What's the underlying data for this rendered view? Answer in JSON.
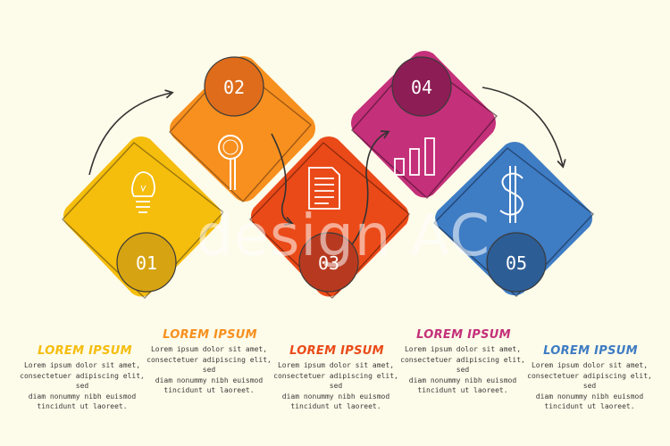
{
  "steps": [
    {
      "number": "01",
      "title": "LOREM IPSUM",
      "color": "#f5bd0c",
      "dark": "#c99a12",
      "icon": "lightbulb-icon",
      "text": "Lorem ipsum dolor sit amet,\nconsectetuer adipiscing elit, sed\ndiam nonummy nibh euismod\ntincidunt ut laoreet."
    },
    {
      "number": "02",
      "title": "LOREM IPSUM",
      "color": "#f7901e",
      "dark": "#d9651b",
      "icon": "magnifier-icon",
      "text": "Lorem ipsum dolor sit amet,\nconsectetuer adipiscing elit, sed\ndiam nonummy nibh euismod\ntincidunt ut laoreet."
    },
    {
      "number": "03",
      "title": "LOREM IPSUM",
      "color": "#ea4a18",
      "dark": "#b8341c",
      "icon": "document-icon",
      "text": "Lorem ipsum dolor sit amet,\nconsectetuer adipiscing elit, sed\ndiam nonummy nibh euismod\ntincidunt ut laoreet."
    },
    {
      "number": "04",
      "title": "LOREM IPSUM",
      "color": "#c4307a",
      "dark": "#8c1c55",
      "icon": "bar-chart-icon",
      "text": "Lorem ipsum dolor sit amet,\nconsectetuer adipiscing elit, sed\ndiam nonummy nibh euismod\ntincidunt ut laoreet."
    },
    {
      "number": "05",
      "title": "LOREM IPSUM",
      "color": "#3e7cc4",
      "dark": "#2c5a8e",
      "icon": "dollar-icon",
      "text": "Lorem ipsum dolor sit amet,\nconsectetuer adipiscing elit, sed\ndiam nonummy nibh euismod\ntincidunt ut laoreet."
    }
  ],
  "watermark": "design AC"
}
